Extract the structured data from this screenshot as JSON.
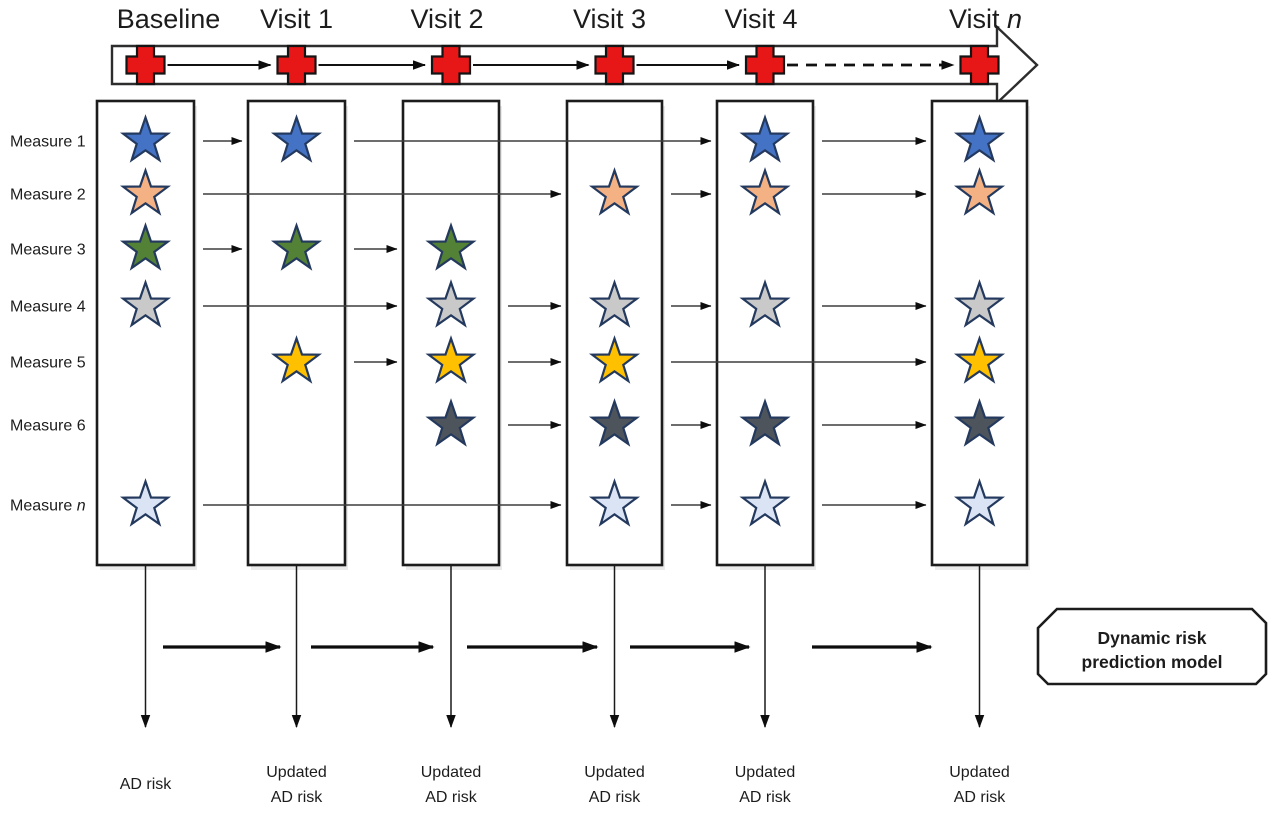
{
  "figure": {
    "background": "#ffffff",
    "timeline": {
      "marker_icon": "medical-cross-icon",
      "marker_color": "#e81717",
      "arrow_shape": "timeline-right-arrow",
      "visits": [
        {
          "id": "baseline",
          "label": "Baseline",
          "italic_part": ""
        },
        {
          "id": "visit1",
          "label": "Visit 1",
          "italic_part": ""
        },
        {
          "id": "visit2",
          "label": "Visit 2",
          "italic_part": ""
        },
        {
          "id": "visit3",
          "label": "Visit 3",
          "italic_part": ""
        },
        {
          "id": "visit4",
          "label": "Visit 4",
          "italic_part": ""
        },
        {
          "id": "visitn",
          "label": "Visit ",
          "italic_part": "n"
        }
      ],
      "last_connector_style": "dashed"
    },
    "measures": [
      {
        "id": "m1",
        "label": "Measure 1",
        "italic_part": "",
        "star_color": "#4472c4"
      },
      {
        "id": "m2",
        "label": "Measure 2",
        "italic_part": "",
        "star_color": "#f4b183"
      },
      {
        "id": "m3",
        "label": "Measure 3",
        "italic_part": "",
        "star_color": "#538135"
      },
      {
        "id": "m4",
        "label": "Measure 4",
        "italic_part": "",
        "star_color": "#c9c9c9"
      },
      {
        "id": "m5",
        "label": "Measure 5",
        "italic_part": "",
        "star_color": "#ffc000"
      },
      {
        "id": "m6",
        "label": "Measure 6",
        "italic_part": "",
        "star_color": "#4e545c"
      },
      {
        "id": "mn",
        "label": "Measure ",
        "italic_part": "n",
        "star_color": "#dbe4f4"
      }
    ],
    "star_icon": "star-icon",
    "star_outline_color": "#24395e",
    "stars_by_visit": {
      "baseline": [
        "m1",
        "m2",
        "m3",
        "m4",
        "mn"
      ],
      "visit1": [
        "m1",
        "m3",
        "m5"
      ],
      "visit2": [
        "m3",
        "m4",
        "m5",
        "m6"
      ],
      "visit3": [
        "m2",
        "m4",
        "m5",
        "m6",
        "mn"
      ],
      "visit4": [
        "m1",
        "m2",
        "m4",
        "m6",
        "mn"
      ],
      "visitn": [
        "m1",
        "m2",
        "m4",
        "m5",
        "m6",
        "mn"
      ]
    },
    "flow_arrows": [
      {
        "measure": "m1",
        "from": "baseline",
        "to": "visit1"
      },
      {
        "measure": "m1",
        "from": "visit1",
        "to": "visit4"
      },
      {
        "measure": "m1",
        "from": "visit4",
        "to": "visitn"
      },
      {
        "measure": "m2",
        "from": "baseline",
        "to": "visit3"
      },
      {
        "measure": "m2",
        "from": "visit3",
        "to": "visit4"
      },
      {
        "measure": "m2",
        "from": "visit4",
        "to": "visitn"
      },
      {
        "measure": "m3",
        "from": "baseline",
        "to": "visit1"
      },
      {
        "measure": "m3",
        "from": "visit1",
        "to": "visit2"
      },
      {
        "measure": "m4",
        "from": "baseline",
        "to": "visit2"
      },
      {
        "measure": "m4",
        "from": "visit2",
        "to": "visit3"
      },
      {
        "measure": "m4",
        "from": "visit3",
        "to": "visit4"
      },
      {
        "measure": "m4",
        "from": "visit4",
        "to": "visitn"
      },
      {
        "measure": "m5",
        "from": "visit1",
        "to": "visit2"
      },
      {
        "measure": "m5",
        "from": "visit2",
        "to": "visit3"
      },
      {
        "measure": "m5",
        "from": "visit3",
        "to": "visitn"
      },
      {
        "measure": "m6",
        "from": "visit2",
        "to": "visit3"
      },
      {
        "measure": "m6",
        "from": "visit3",
        "to": "visit4"
      },
      {
        "measure": "m6",
        "from": "visit4",
        "to": "visitn"
      },
      {
        "measure": "mn",
        "from": "baseline",
        "to": "visit3"
      },
      {
        "measure": "mn",
        "from": "visit3",
        "to": "visit4"
      },
      {
        "measure": "mn",
        "from": "visit4",
        "to": "visitn"
      }
    ],
    "outputs": [
      {
        "visit": "baseline",
        "lines": [
          "AD risk"
        ]
      },
      {
        "visit": "visit1",
        "lines": [
          "Updated",
          "AD risk"
        ]
      },
      {
        "visit": "visit2",
        "lines": [
          "Updated",
          "AD risk"
        ]
      },
      {
        "visit": "visit3",
        "lines": [
          "Updated",
          "AD risk"
        ]
      },
      {
        "visit": "visit4",
        "lines": [
          "Updated",
          "AD risk"
        ]
      },
      {
        "visit": "visitn",
        "lines": [
          "Updated",
          "AD risk"
        ]
      }
    ],
    "model_box": {
      "line1": "Dynamic risk",
      "line2": "prediction model"
    },
    "line_color": "#3d3d3d",
    "arrowhead_color": "#0d0d0d",
    "box_border_color": "#1c1c1c"
  }
}
